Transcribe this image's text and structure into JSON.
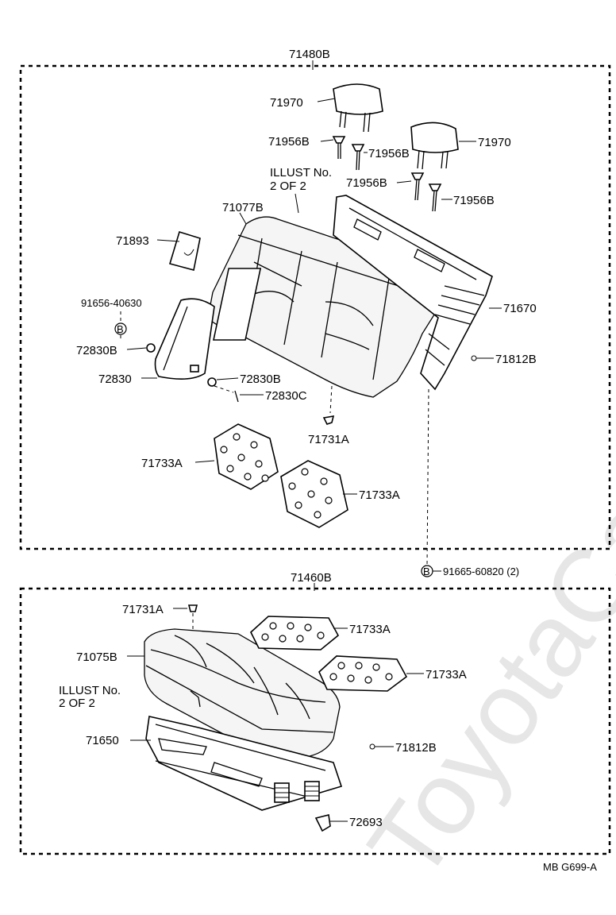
{
  "watermark": "ToyotaCarParts.ru",
  "upper_group": {
    "assembly_label": "71480B",
    "labels": {
      "headrest_left": "71970",
      "headrest_right": "71970",
      "support_1": "71956B",
      "support_2": "71956B",
      "support_3": "71956B",
      "support_4": "71956B",
      "illust_line1": "ILLUST No.",
      "illust_line2": "2 OF 2",
      "back_cover": "71077B",
      "tag": "71893",
      "bolt_b": "91656-40630",
      "bolt_marker": "B",
      "nut_left": "72830B",
      "armrest": "72830",
      "nut_right": "72830B",
      "pin": "72830C",
      "clip": "71731A",
      "frame": "71670",
      "hog_ring": "71812B",
      "pad_left": "71733A",
      "pad_right": "71733A",
      "bolt_outside": "91665-60820 (2)",
      "bolt_outside_marker": "B"
    }
  },
  "lower_group": {
    "assembly_label": "71460B",
    "labels": {
      "clip": "71731A",
      "pad_top": "71733A",
      "cushion_cover": "71075B",
      "pad_right": "71733A",
      "illust_line1": "ILLUST No.",
      "illust_line2": "2 OF 2",
      "frame": "71650",
      "hog_ring": "71812B",
      "hook": "72693"
    }
  },
  "diagram_code": "MB G699-A"
}
